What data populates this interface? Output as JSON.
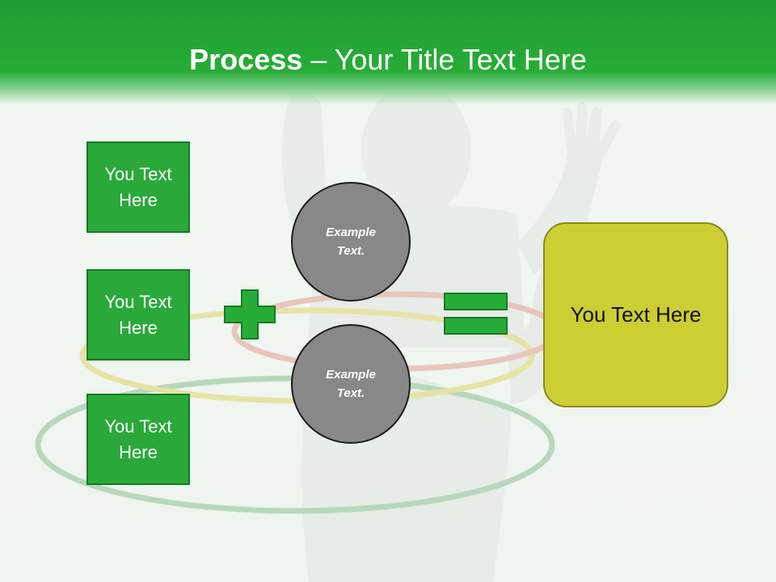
{
  "slide": {
    "title_bold": "Process",
    "title_rest": " – Your Title Text Here",
    "left_boxes": [
      "You Text Here",
      "You Text Here",
      "You Text Here"
    ],
    "circles": [
      "Example Text.",
      "Example Text."
    ],
    "result_text": "You Text Here",
    "operators": {
      "plus": "plus-icon",
      "equals": "equals-icon"
    },
    "colors": {
      "header_green": "#27ad37",
      "box_green": "#2aa93a",
      "circle_gray": "#888888",
      "result_yellow": "#cdcd34",
      "text_white": "#ffffff"
    }
  }
}
